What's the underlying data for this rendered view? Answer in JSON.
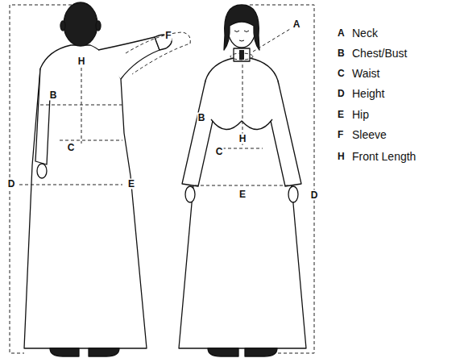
{
  "diagram": {
    "labels": [
      "F",
      "H",
      "B",
      "C",
      "D",
      "E",
      "A",
      "B",
      "H",
      "C",
      "E",
      "D",
      "A",
      "B",
      "C",
      "D",
      "E",
      "F",
      "H"
    ],
    "legend": [
      {
        "text": "Neck"
      },
      {
        "text": "Chest/Bust"
      },
      {
        "text": "Waist"
      },
      {
        "text": "Height"
      },
      {
        "text": "Hip"
      },
      {
        "text": "Sleeve"
      },
      {
        "text": "Front Length"
      }
    ]
  }
}
